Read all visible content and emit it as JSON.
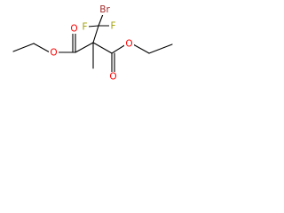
{
  "molecule": {
    "atoms": {
      "br": {
        "symbol": "Br",
        "color": "#a52a2a"
      },
      "f1": {
        "symbol": "F",
        "color": "#a0a000"
      },
      "f2": {
        "symbol": "F",
        "color": "#a0a000"
      },
      "o_ester_left": {
        "symbol": "O",
        "color": "#ff0000"
      },
      "o_carbonyl_left": {
        "symbol": "O",
        "color": "#ff0000"
      },
      "o_ester_right": {
        "symbol": "O",
        "color": "#ff0000"
      },
      "o_carbonyl_right": {
        "symbol": "O",
        "color": "#ff0000"
      }
    },
    "bond_color": "#000000",
    "background": "#ffffff"
  }
}
